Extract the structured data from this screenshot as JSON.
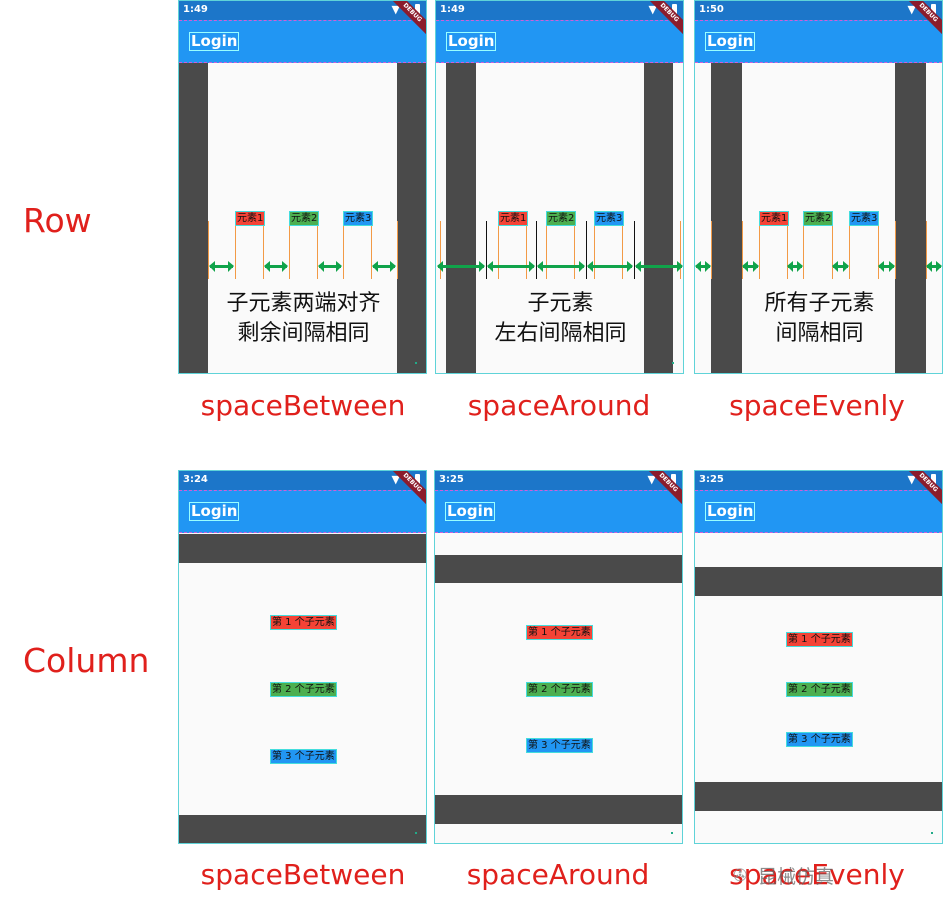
{
  "labels": {
    "row": "Row",
    "column": "Column"
  },
  "phones": {
    "p1": {
      "time": "1:49",
      "title": "Login",
      "debug": "DEBUG"
    },
    "p2": {
      "time": "1:49",
      "title": "Login",
      "debug": "DEBUG"
    },
    "p3": {
      "time": "1:50",
      "title": "Login",
      "debug": "DEBUG"
    },
    "p4": {
      "time": "3:24",
      "title": "Login",
      "debug": "DEBUG"
    },
    "p5": {
      "time": "3:25",
      "title": "Login",
      "debug": "DEBUG"
    },
    "p6": {
      "time": "3:25",
      "title": "Login",
      "debug": "DEBUG"
    }
  },
  "row_elements": [
    "元素1",
    "元素2",
    "元素3"
  ],
  "column_elements": [
    "第 1 个子元素",
    "第 2 个子元素",
    "第 3 个子元素"
  ],
  "descriptions": {
    "between": [
      "子元素两端对齐",
      "剩余间隔相同"
    ],
    "around": [
      "子元素",
      "左右间隔相同"
    ],
    "evenly": [
      "所有子元素",
      "间隔相同"
    ]
  },
  "captions": {
    "row_between": "spaceBetween",
    "row_around": "spaceAround",
    "row_evenly": "spaceEvenly",
    "col_between": "spaceBetween",
    "col_around": "spaceAround",
    "col_evenly": "spaceEvenly"
  },
  "watermark": "昆械仿真",
  "colors": {
    "red": "#f44336",
    "green": "#4caf50",
    "blue": "#2196f3",
    "appbar": "#2196f3",
    "status": "#1c76c9",
    "dark": "#4a4a4a",
    "label": "#e0201c",
    "arrow": "#10a34a"
  }
}
